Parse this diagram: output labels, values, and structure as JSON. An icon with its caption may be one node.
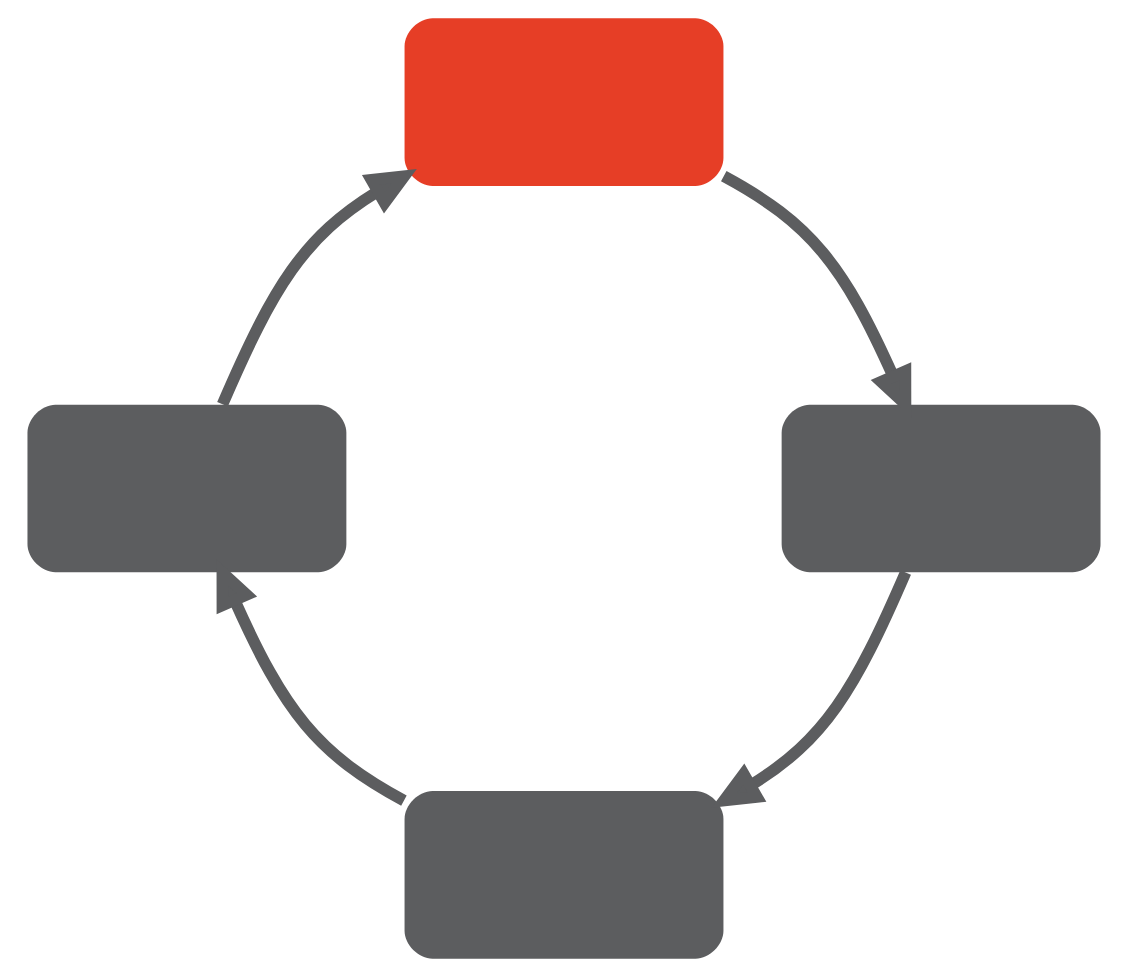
{
  "diagram": {
    "nodes": [
      {
        "text": [],
        "shape": "box"
      },
      {
        "text": [],
        "shape": "box"
      },
      {
        "text": [],
        "shape": "box"
      },
      {
        "text": [],
        "shape": "box"
      }
    ],
    "edges": [
      {
        "from": 0,
        "to": 2,
        "arrow": "to"
      },
      {
        "from": 2,
        "to": 3,
        "arrow": "to"
      },
      {
        "from": 3,
        "to": 1,
        "arrow": "to"
      },
      {
        "from": 1,
        "to": 0,
        "arrow": "to"
      }
    ]
  }
}
